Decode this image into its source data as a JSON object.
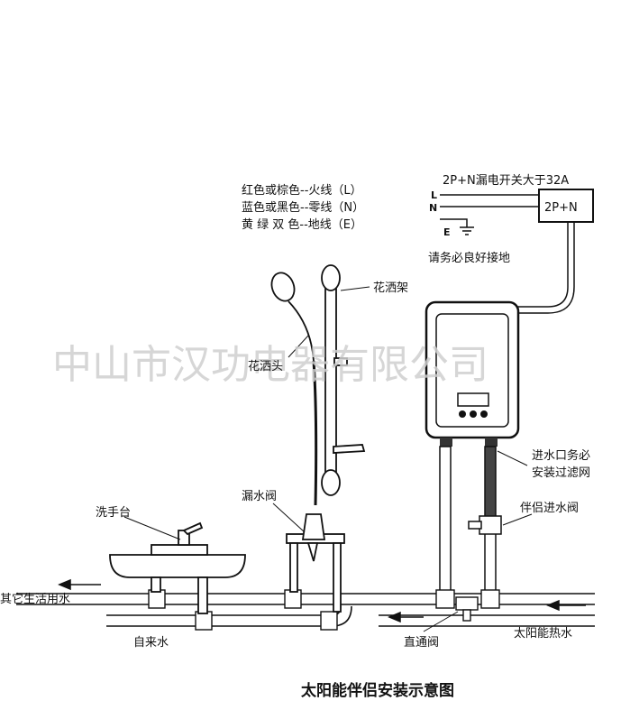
{
  "watermark": "中山市汉功电器有限公司",
  "title": "太阳能伴侣安装示意图",
  "wiring": {
    "line1": "红色或棕色--火线（L）",
    "line2": "蓝色或黑色--零线（N）",
    "line3": "黄 绿 双 色--地线（E）"
  },
  "breaker": {
    "top_label": "2P+N漏电开关大于32A",
    "box_label": "2P+N",
    "L": "L",
    "N": "N",
    "E": "E",
    "ground_note": "请务必良好接地"
  },
  "labels": {
    "shower_holder": "花洒架",
    "shower_head": "花洒头",
    "leak_valve": "漏水阀",
    "wash_basin": "洗手台",
    "inlet_filter_1": "进水口务必",
    "inlet_filter_2": "安装过滤网",
    "companion_valve": "伴侣进水阀",
    "other_water": "其它生活用水",
    "tap_water": "自来水",
    "straight_valve": "直通阀",
    "solar_water": "太阳能热水"
  }
}
